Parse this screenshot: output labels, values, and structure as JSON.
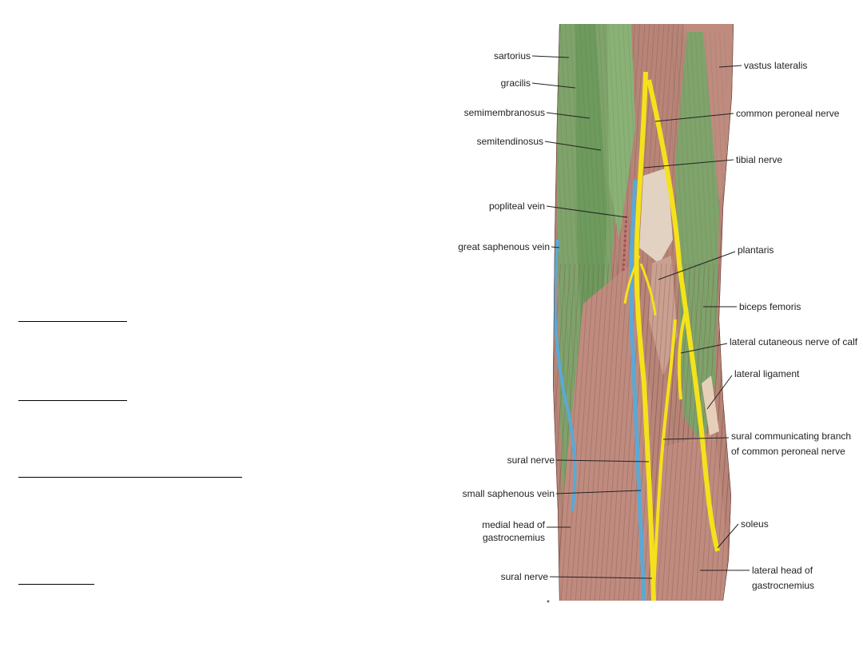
{
  "colors": {
    "muscle": "#b98478",
    "muscle_light": "#d1a395",
    "tendon": "#7fa36b",
    "nerve": "#f4e21b",
    "vein": "#5aa9d6",
    "text": "#222222"
  },
  "worksheet": {
    "blank_count": 4
  },
  "labels_left": {
    "sartorius": "sartorius",
    "gracilis": "gracilis",
    "semimembranosus": "semimembranosus",
    "semitendinosus": "semitendinosus",
    "popliteal_vein": "popliteal vein",
    "great_saphenous_vein": "great saphenous vein",
    "sural_nerve_upper": "sural nerve",
    "small_saphenous_vein": "small saphenous vein",
    "medial_head_line1": "medial head of",
    "medial_head_line2": "gastrocnemius",
    "sural_nerve_lower": "sural nerve"
  },
  "labels_right": {
    "vastus_lateralis": "vastus lateralis",
    "common_peroneal_nerve": "common peroneal nerve",
    "tibial_nerve": "tibial nerve",
    "plantaris": "plantaris",
    "biceps_femoris": "biceps femoris",
    "lateral_cutaneous_nerve": "lateral cutaneous nerve of calf",
    "lateral_ligament": "lateral ligament",
    "sural_communicating_line1": "sural communicating branch",
    "sural_communicating_line2": "of common peroneal nerve",
    "soleus": "soleus",
    "lateral_head_line1": "lateral head of",
    "lateral_head_line2": "gastrocnemius"
  },
  "figure_mark": "*"
}
